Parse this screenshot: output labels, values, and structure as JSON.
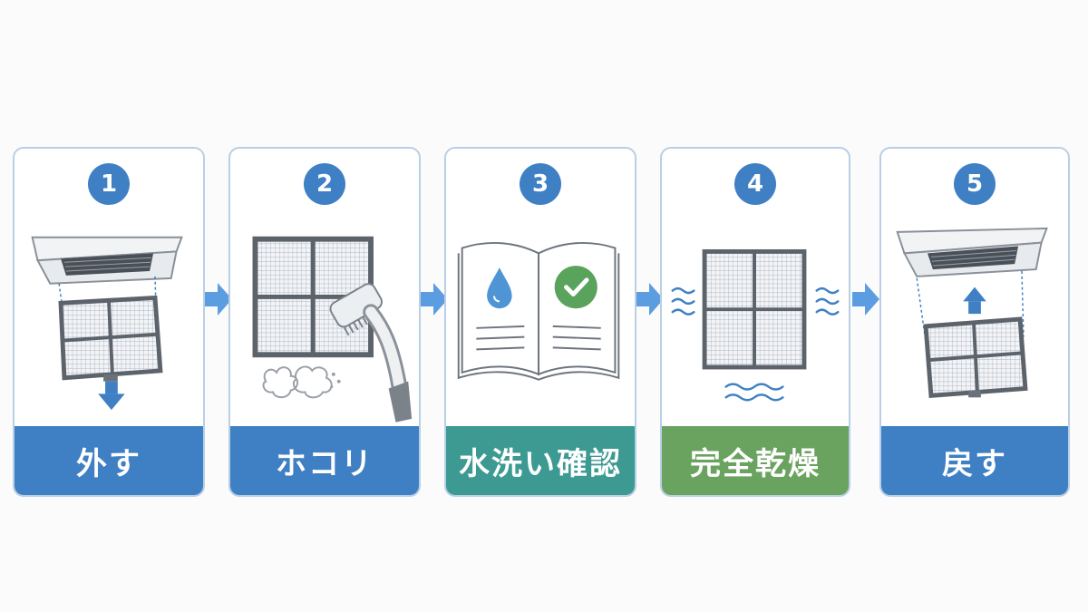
{
  "steps": [
    {
      "number": "1",
      "label": "外す",
      "color": "#3f80c4",
      "badge_color": "#3f80c4"
    },
    {
      "number": "2",
      "label": "ホコリ",
      "color": "#3f80c4",
      "badge_color": "#3f80c4"
    },
    {
      "number": "3",
      "label": "水洗い確認",
      "color": "#3c9a92",
      "badge_color": "#3f80c4"
    },
    {
      "number": "4",
      "label": "完全乾燥",
      "color": "#6aa25f",
      "badge_color": "#3f80c4"
    },
    {
      "number": "5",
      "label": "戻す",
      "color": "#3f80c4",
      "badge_color": "#3f80c4"
    }
  ],
  "icons": {
    "step1": "ceiling-unit-remove-filter-icon",
    "step2": "filter-vacuum-brush-icon",
    "step3": "manual-water-check-icon",
    "step4": "filter-air-dry-icon",
    "step5": "filter-reinstall-icon",
    "connector": "right-arrow-icon"
  }
}
